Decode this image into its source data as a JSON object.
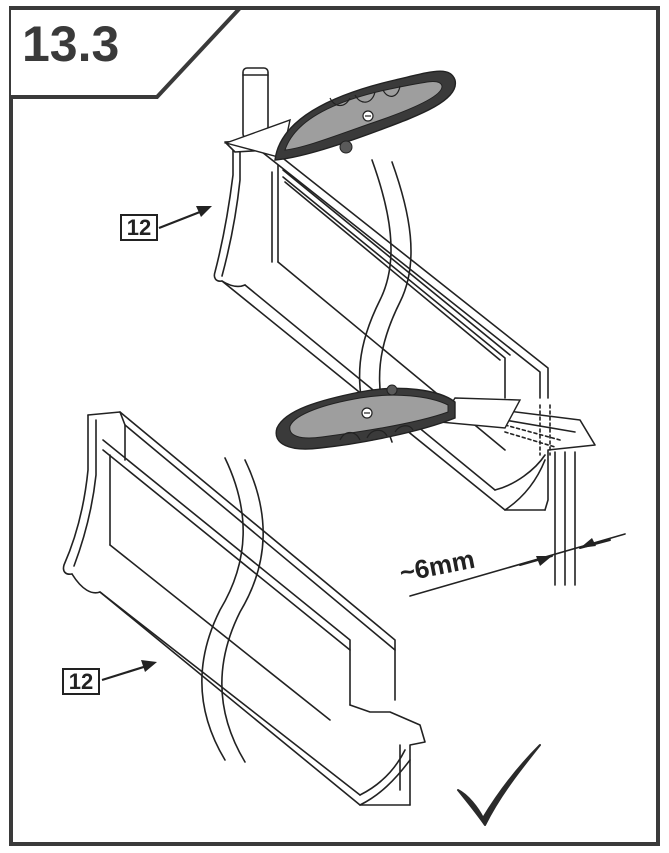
{
  "step": {
    "number": "13.3"
  },
  "parts": [
    {
      "label": "12",
      "ref": "upper-gutter"
    },
    {
      "label": "12",
      "ref": "lower-gutter"
    }
  ],
  "dimension": {
    "text": "~6mm"
  },
  "colors": {
    "frame": "#3a3a3a",
    "line": "#222222",
    "knife_body": "#9e9e9e",
    "knife_grip": "#3a3a3a",
    "check": "#2a2a2a"
  },
  "icons": [
    "utility-knife-icon",
    "checkmark-icon",
    "arrow-icon",
    "break-line-icon"
  ]
}
